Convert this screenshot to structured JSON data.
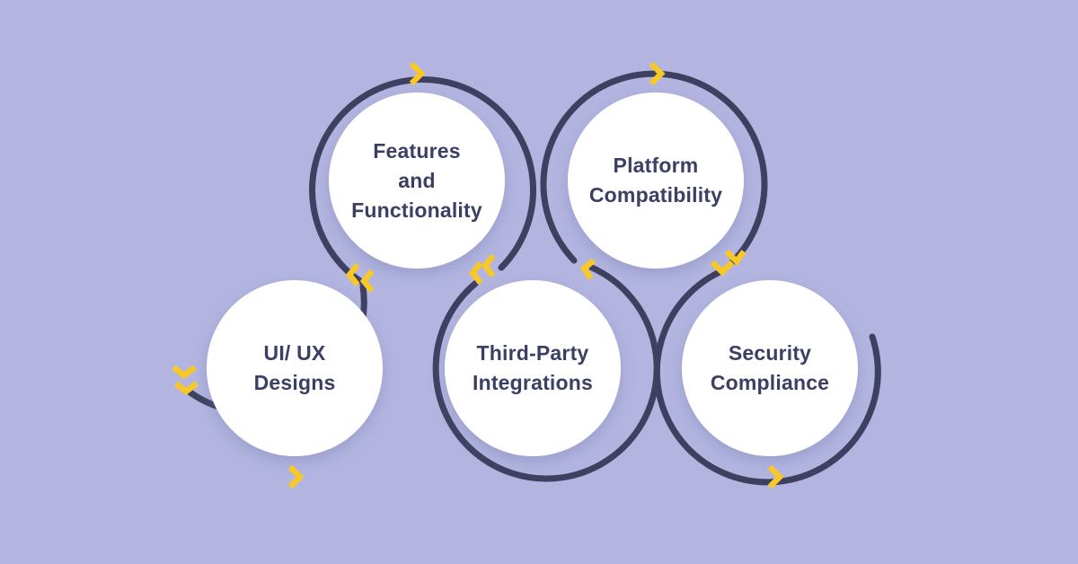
{
  "colors": {
    "background": "#b3b5e0",
    "ring": "#3e4060",
    "circle_fill": "#ffffff",
    "arrow": "#f6c928",
    "text": "#3b3f63"
  },
  "nodes": [
    {
      "id": "features",
      "lines": [
        "Features",
        "and",
        "Functionality"
      ]
    },
    {
      "id": "platform",
      "lines": [
        "Platform",
        "Compatibility"
      ]
    },
    {
      "id": "uiux",
      "lines": [
        "UI/ UX",
        "Designs"
      ]
    },
    {
      "id": "third-party",
      "lines": [
        "Third-Party",
        "Integrations"
      ]
    },
    {
      "id": "security",
      "lines": [
        "Security",
        "Compliance"
      ]
    }
  ],
  "connector_icons": [
    "chevron-right-icon",
    "chevron-down-icon",
    "double-chevron-left-icon",
    "double-chevron-down-icon"
  ]
}
